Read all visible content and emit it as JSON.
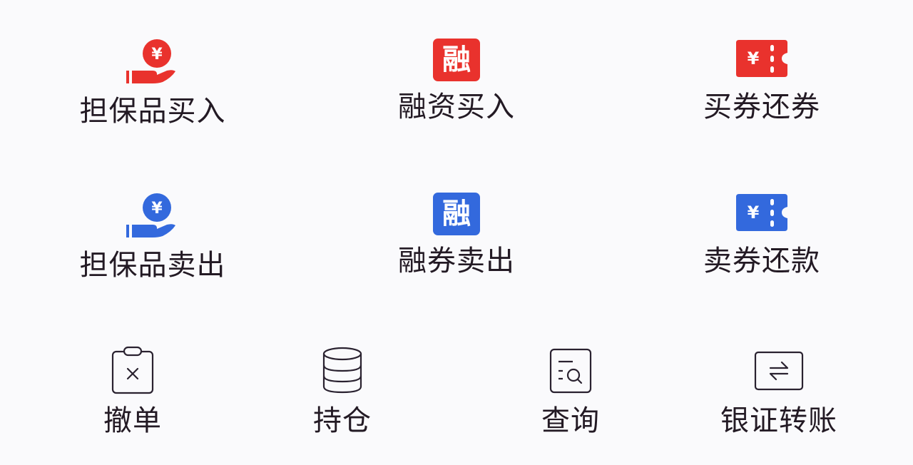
{
  "colors": {
    "red": "#e9322d",
    "blue": "#3369dd",
    "text": "#231a24",
    "outline": "#2a2230",
    "background": "#fafafc"
  },
  "rows": [
    {
      "items": [
        {
          "label": "担保品买入",
          "icon": "hand-coin-icon",
          "color": "red"
        },
        {
          "label": "融资买入",
          "icon": "rong-badge-icon",
          "glyph": "融",
          "color": "red"
        },
        {
          "label": "买券还券",
          "icon": "yen-ticket-icon",
          "color": "red"
        }
      ]
    },
    {
      "items": [
        {
          "label": "担保品卖出",
          "icon": "hand-coin-icon",
          "color": "blue"
        },
        {
          "label": "融券卖出",
          "icon": "rong-badge-icon",
          "glyph": "融",
          "color": "blue"
        },
        {
          "label": "卖券还款",
          "icon": "yen-ticket-icon",
          "color": "blue"
        }
      ]
    },
    {
      "items": [
        {
          "label": "撤单",
          "icon": "clipboard-x-icon"
        },
        {
          "label": "持仓",
          "icon": "database-stack-icon"
        },
        {
          "label": "查询",
          "icon": "document-search-icon"
        },
        {
          "label": "银证转账",
          "icon": "transfer-arrows-icon"
        }
      ]
    }
  ]
}
